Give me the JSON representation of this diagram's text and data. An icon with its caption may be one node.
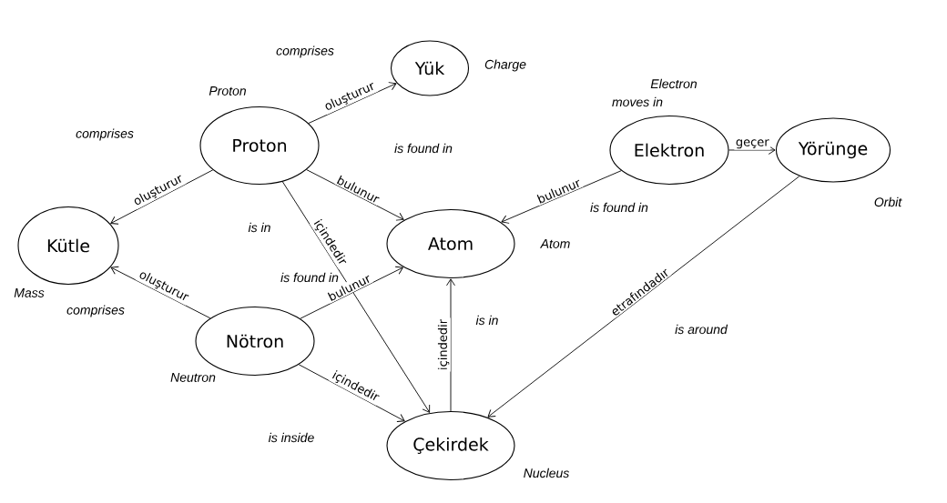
{
  "diagram": {
    "nodes": [
      {
        "text": [
          "Kütle"
        ],
        "beside": [
          "Mass"
        ]
      },
      {
        "text": [
          "Proton"
        ],
        "beside": [
          "Proton"
        ]
      },
      {
        "text": [
          "Yük"
        ],
        "beside": [
          "Charge"
        ]
      },
      {
        "text": [
          "Elektron"
        ],
        "beside": [
          "Electron"
        ]
      },
      {
        "text": [
          "Yörünge"
        ],
        "beside": [
          "Orbit"
        ]
      },
      {
        "text": [
          "Atom"
        ],
        "beside": [
          "Atom"
        ]
      },
      {
        "text": [
          "Nötron"
        ],
        "beside": [
          "Neutron"
        ]
      },
      {
        "text": [
          "Çekirdek"
        ],
        "beside": [
          "Nucleus"
        ]
      }
    ],
    "edges": [
      {
        "from": 1,
        "to": 0,
        "arrow": "to",
        "label": "oluşturur"
      },
      {
        "from": 1,
        "to": 2,
        "arrow": "to",
        "label": "oluşturur"
      },
      {
        "from": 1,
        "to": 5,
        "arrow": "to",
        "label": "bulunur"
      },
      {
        "from": 1,
        "to": 7,
        "arrow": "to",
        "label": "içindedir"
      },
      {
        "from": 6,
        "to": 0,
        "arrow": "to",
        "label": "oluşturur"
      },
      {
        "from": 6,
        "to": 5,
        "arrow": "to",
        "label": "bulunur"
      },
      {
        "from": 6,
        "to": 7,
        "arrow": "to",
        "label": "içindedir"
      },
      {
        "from": 3,
        "to": 5,
        "arrow": "to",
        "label": "bulunur"
      },
      {
        "from": 3,
        "to": 4,
        "arrow": "to",
        "label": "geçer"
      },
      {
        "from": 4,
        "to": 7,
        "arrow": "to",
        "label": "etrafındadır"
      },
      {
        "from": 7,
        "to": 5,
        "arrow": "to",
        "label": "içindedir"
      }
    ],
    "labels": [
      "comprises",
      "moves in",
      "comprises",
      "is found in",
      "is found in",
      "is in",
      "is found in",
      "comprises",
      "is in",
      "is around",
      "is inside"
    ]
  }
}
